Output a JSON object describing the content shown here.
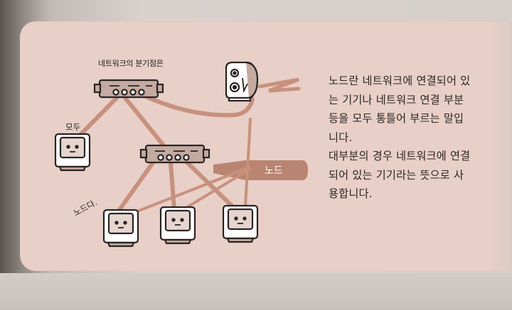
{
  "figure": {
    "hub_label": "네트워크의 분기점은",
    "all_label": "모두",
    "node_yes_label": "노드다.",
    "node_tag": "노드"
  },
  "description": {
    "lines": [
      "노드란 네트워크에 연결되어 있",
      "는 기기나 네트워크 연결 부분",
      "등을 모두 통틀어 부르는 말입",
      "니다.",
      "대부분의 경우 네트워크에 연결",
      "되어 있는 기기라는 뜻으로 사",
      "용합니다."
    ]
  },
  "colors": {
    "panel": "#e8cfc7",
    "cable": "#c7917e",
    "node_tag_fill": "#b98471",
    "device_fill": "#c4aaa0",
    "outline": "#2a2423"
  }
}
